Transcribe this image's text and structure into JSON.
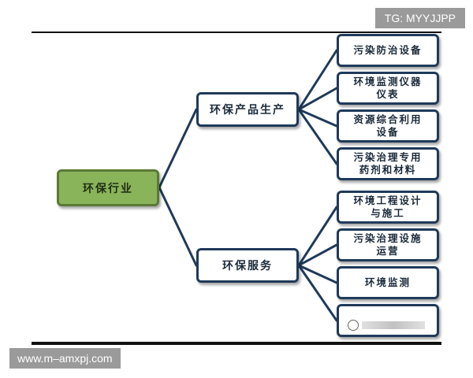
{
  "root": {
    "label": "环保行业"
  },
  "branches": [
    {
      "label": "环保产品生产",
      "children": [
        "污染防治设备",
        "环境监测仪器\n仪表",
        "资源综合利用\n设备",
        "污染治理专用\n药剂和材料"
      ]
    },
    {
      "label": "环保服务",
      "children": [
        "环境工程设计\n与施工",
        "污染治理设施\n运营",
        "环境监测",
        ""
      ]
    }
  ],
  "watermark_tag": "TG: MYYJJPP",
  "footer_url": "www.m–amxpj.com",
  "colors": {
    "line": "#1f3a5a",
    "root_fill": "#8ab45a",
    "box_border": "#1f3a5a"
  }
}
